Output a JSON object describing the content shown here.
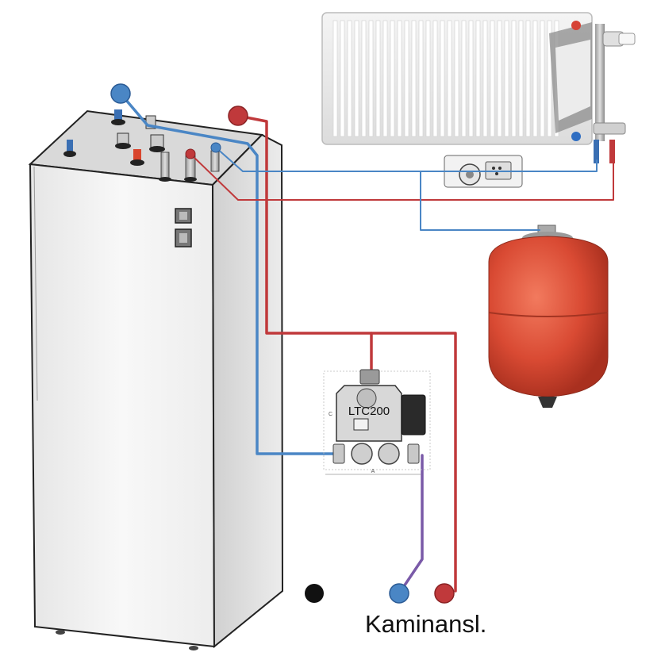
{
  "labels": {
    "valve_unit": "LTC200",
    "fireplace_connection": "Kaminansl.",
    "dim_width": "A",
    "dim_height": "C"
  },
  "colors": {
    "supply_hot": "#c0393b",
    "return_cold": "#4a86c5",
    "fireplace_return": "#7a5aa8",
    "expansion_tank": "#d44a35",
    "unit_body": "#f3f3f3"
  },
  "icons": {
    "heat_pump": "heat-pump-unit",
    "radiator": "panel-radiator",
    "pump": "circulation-pump",
    "tank": "expansion-vessel",
    "valve": "ltc-charging-valve"
  }
}
